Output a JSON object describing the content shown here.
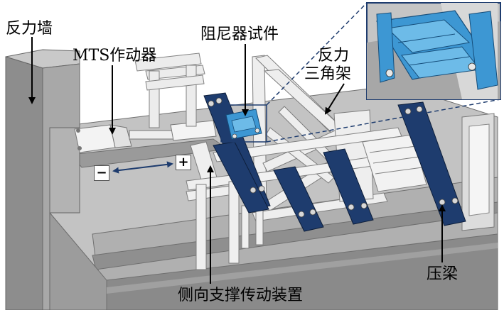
{
  "labels": {
    "reaction_wall": "反力墙",
    "mts_actuator": "MTS作动器",
    "damper_specimen": "阻尼器试件",
    "reaction_triangle_line1": "反力",
    "reaction_triangle_line2": "三角架",
    "lateral_support": "侧向支撑传动装置",
    "press_beam": "压梁"
  },
  "signs": {
    "minus": "−",
    "plus": "+"
  },
  "colors": {
    "steel_blue": "#1e3c6e",
    "specimen_blue": "#3d97d3",
    "frame_white": "#eeeeee",
    "wall_gray": "#a6a6a6",
    "floor_gray": "#bdbdbd"
  }
}
